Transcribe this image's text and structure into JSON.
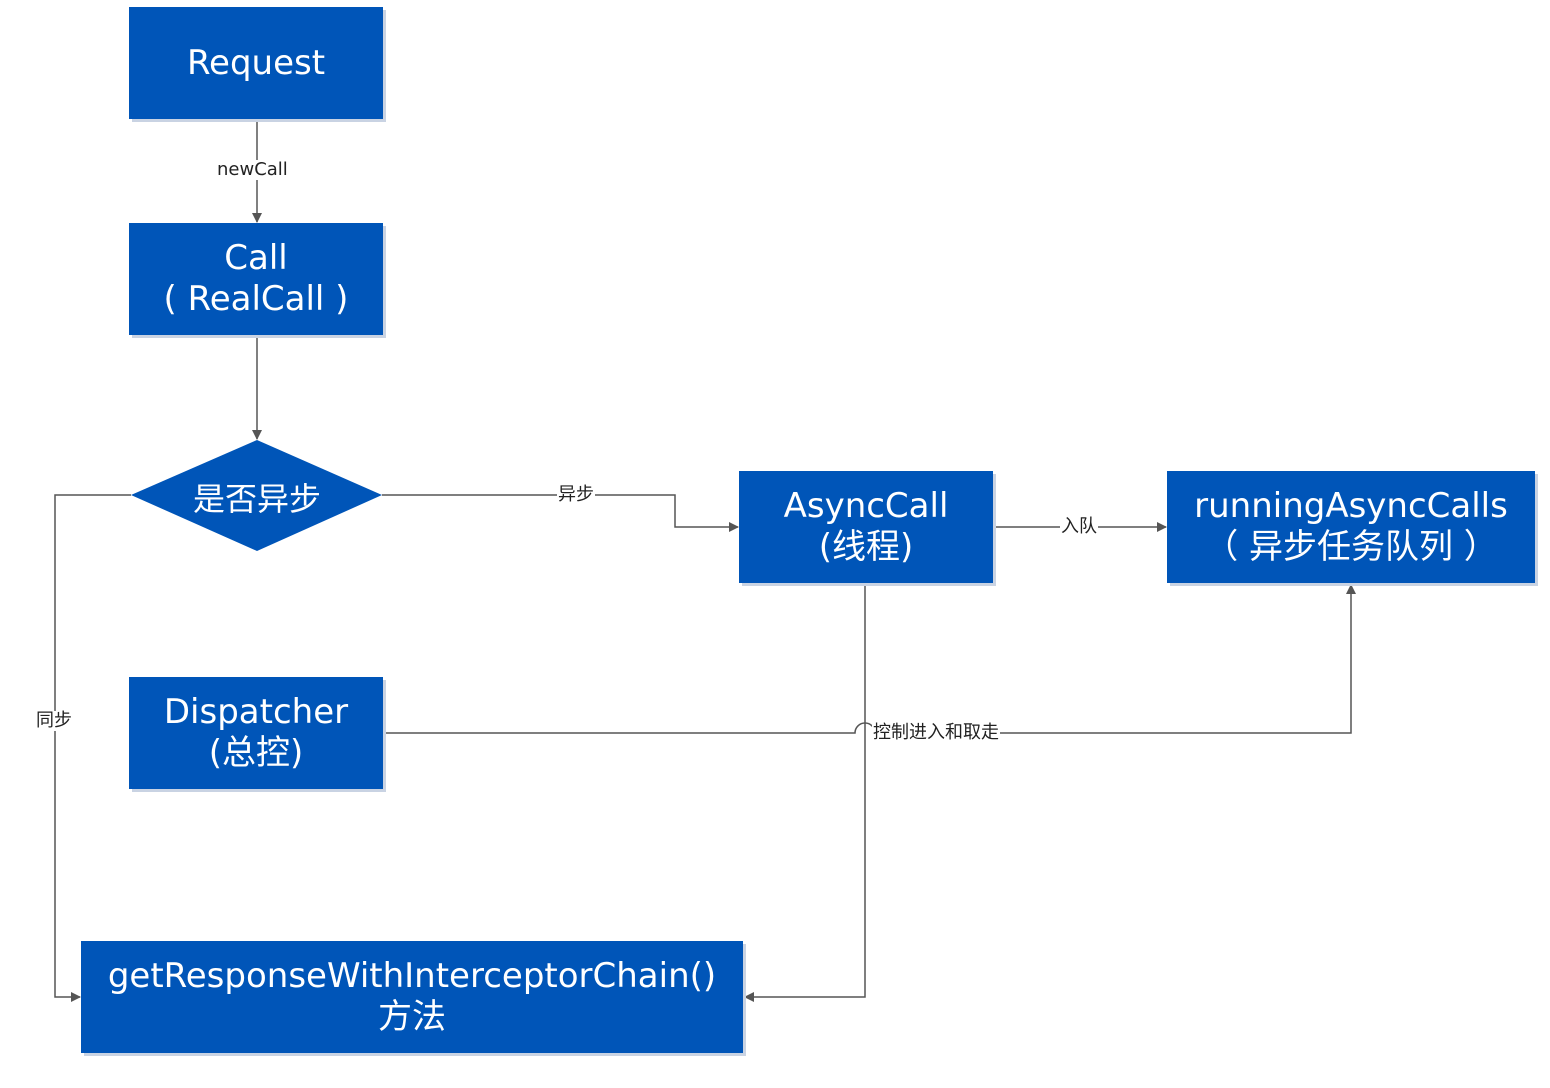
{
  "nodes": {
    "request": {
      "line1": "Request"
    },
    "call": {
      "line1": "Call",
      "line2": "( RealCall )"
    },
    "decision": {
      "line1": "是否异步"
    },
    "asynccall": {
      "line1": "AsyncCall",
      "line2": "(线程)"
    },
    "running": {
      "line1": "runningAsyncCalls",
      "line2": "（ 异步任务队列 ）"
    },
    "dispatcher": {
      "line1": "Dispatcher",
      "line2": "(总控)"
    },
    "chain": {
      "line1": "getResponseWithInterceptorChain()",
      "line2": "方法"
    }
  },
  "edges": {
    "newcall": "newCall",
    "async": "异步",
    "enqueue": "入队",
    "sync": "同步",
    "control": "控制进入和取走"
  },
  "colors": {
    "box": "#0055b8",
    "line": "#555555"
  }
}
